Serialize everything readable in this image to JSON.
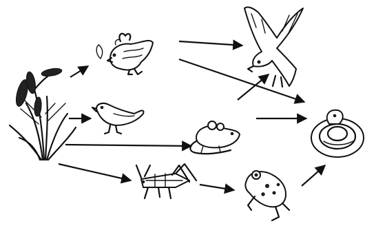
{
  "diagram": {
    "type": "food-web",
    "colors": {
      "ink": "#111111",
      "background": "#ffffff"
    },
    "organisms": [
      {
        "id": "rice",
        "icon": "rice-plant-icon"
      },
      {
        "id": "chicken",
        "icon": "chicken-icon"
      },
      {
        "id": "small-bird",
        "icon": "small-bird-icon"
      },
      {
        "id": "grasshopper",
        "icon": "grasshopper-icon"
      },
      {
        "id": "mouse",
        "icon": "mouse-icon"
      },
      {
        "id": "frog",
        "icon": "frog-icon"
      },
      {
        "id": "eagle",
        "icon": "eagle-icon"
      },
      {
        "id": "snake",
        "icon": "snake-icon"
      }
    ],
    "arrows": [
      {
        "from": "rice",
        "to": "chicken"
      },
      {
        "from": "rice",
        "to": "small-bird"
      },
      {
        "from": "rice",
        "to": "mouse"
      },
      {
        "from": "rice",
        "to": "grasshopper"
      },
      {
        "from": "chicken",
        "to": "eagle"
      },
      {
        "from": "chicken",
        "to": "snake"
      },
      {
        "from": "mouse",
        "to": "eagle"
      },
      {
        "from": "mouse",
        "to": "snake"
      },
      {
        "from": "grasshopper",
        "to": "frog"
      },
      {
        "from": "frog",
        "to": "snake"
      }
    ]
  }
}
